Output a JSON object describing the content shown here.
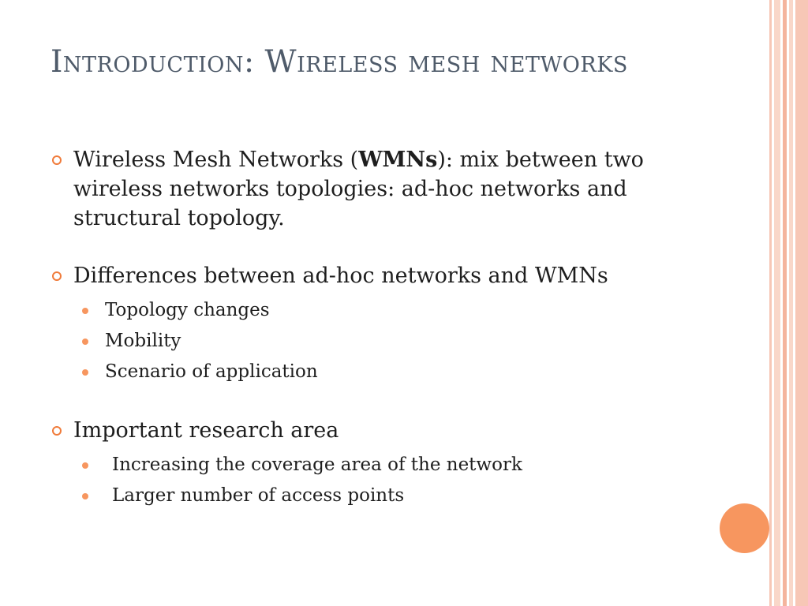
{
  "slide": {
    "title": "Introduction: Wireless mesh networks",
    "bullets": [
      {
        "text_before": "Wireless Mesh Networks (",
        "bold": "WMNs",
        "text_after": "): mix between two wireless networks topologies: ad-hoc networks and structural topology.",
        "subitems": []
      },
      {
        "text": "Differences between ad-hoc networks and WMNs",
        "subitems": [
          "Topology changes",
          "Mobility",
          "Scenario of application"
        ]
      },
      {
        "text": "Important research area",
        "subitems": [
          "Increasing the coverage area of the network",
          "Larger number of access points"
        ]
      }
    ]
  },
  "colors": {
    "title": "#4f5b6a",
    "bullet_accent": "#f07b3a",
    "sub_bullet": "#f7965f",
    "stripe": "#f7c7b6"
  }
}
